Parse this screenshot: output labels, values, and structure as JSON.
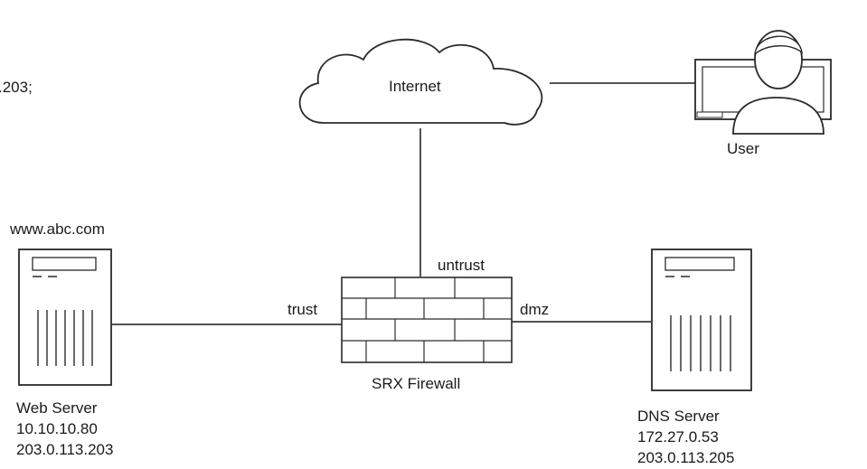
{
  "edge_fragment": ".203;",
  "internet": {
    "label": "Internet"
  },
  "user": {
    "label": "User"
  },
  "firewall": {
    "label": "SRX Firewall",
    "zones": {
      "untrust": "untrust",
      "trust": "trust",
      "dmz": "dmz"
    }
  },
  "web_server": {
    "hostname": "www.abc.com",
    "name": "Web Server",
    "private_ip": "10.10.10.80",
    "public_ip": "203.0.113.203"
  },
  "dns_server": {
    "name": "DNS Server",
    "private_ip": "172.27.0.53",
    "public_ip": "203.0.113.205"
  },
  "colors": {
    "line": "#1a1a1a",
    "stroke": "#2a2a2a",
    "background": "#ffffff"
  }
}
